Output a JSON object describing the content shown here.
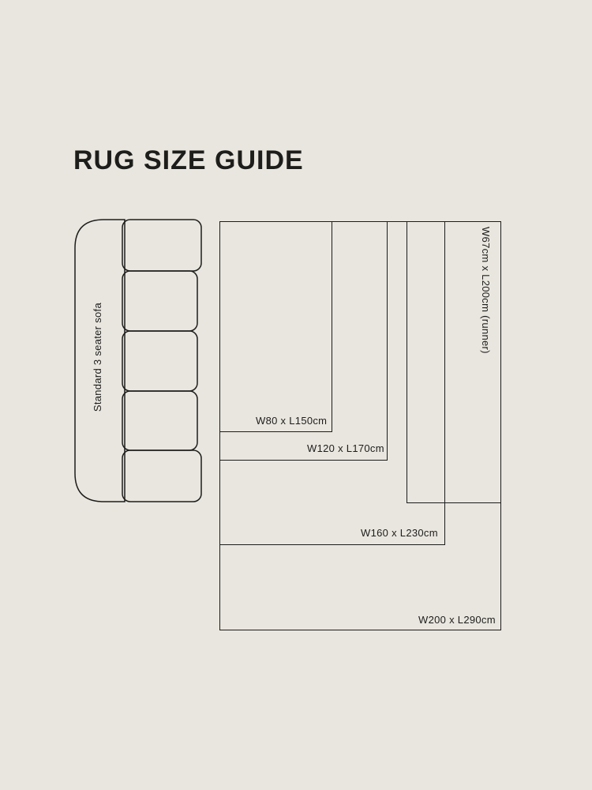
{
  "page": {
    "title": "RUG SIZE GUIDE",
    "colors": {
      "bg": "#e9e6df",
      "ink": "#1d1d1b"
    }
  },
  "sofa": {
    "label": "Standard 3 seater sofa"
  },
  "rugs": [
    {
      "id": "w80",
      "label": "W80 x L150cm",
      "width_cm": 80,
      "length_cm": 150
    },
    {
      "id": "w120",
      "label": "W120 x L170cm",
      "width_cm": 120,
      "length_cm": 170
    },
    {
      "id": "w160",
      "label": "W160 x L230cm",
      "width_cm": 160,
      "length_cm": 230
    },
    {
      "id": "w200",
      "label": "W200 x L290cm",
      "width_cm": 200,
      "length_cm": 290
    },
    {
      "id": "runner",
      "label": "W67cm x L200cm (runner)",
      "width_cm": 67,
      "length_cm": 200
    }
  ]
}
